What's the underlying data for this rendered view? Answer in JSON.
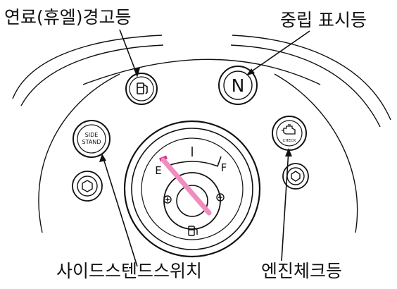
{
  "callouts": {
    "fuel_warning": "연료(휴엘)경고등",
    "neutral_indicator": "중립 표시등",
    "side_stand_switch": "사이드스텐드스위치",
    "engine_check": "엔진체크등"
  },
  "indicators": {
    "neutral_letter": "N",
    "side_stand_line1": "SIDE",
    "side_stand_line2": "STAND",
    "check_text": "CHECK"
  },
  "fuel_gauge": {
    "empty_mark": "E",
    "full_mark": "F",
    "level": 0.0
  },
  "colors": {
    "line": "#111111",
    "needle": "#f08cbe",
    "empty_marker": "#d62b8a"
  },
  "icons": [
    "fuel-pump-icon",
    "engine-check-icon",
    "screw-icon"
  ]
}
